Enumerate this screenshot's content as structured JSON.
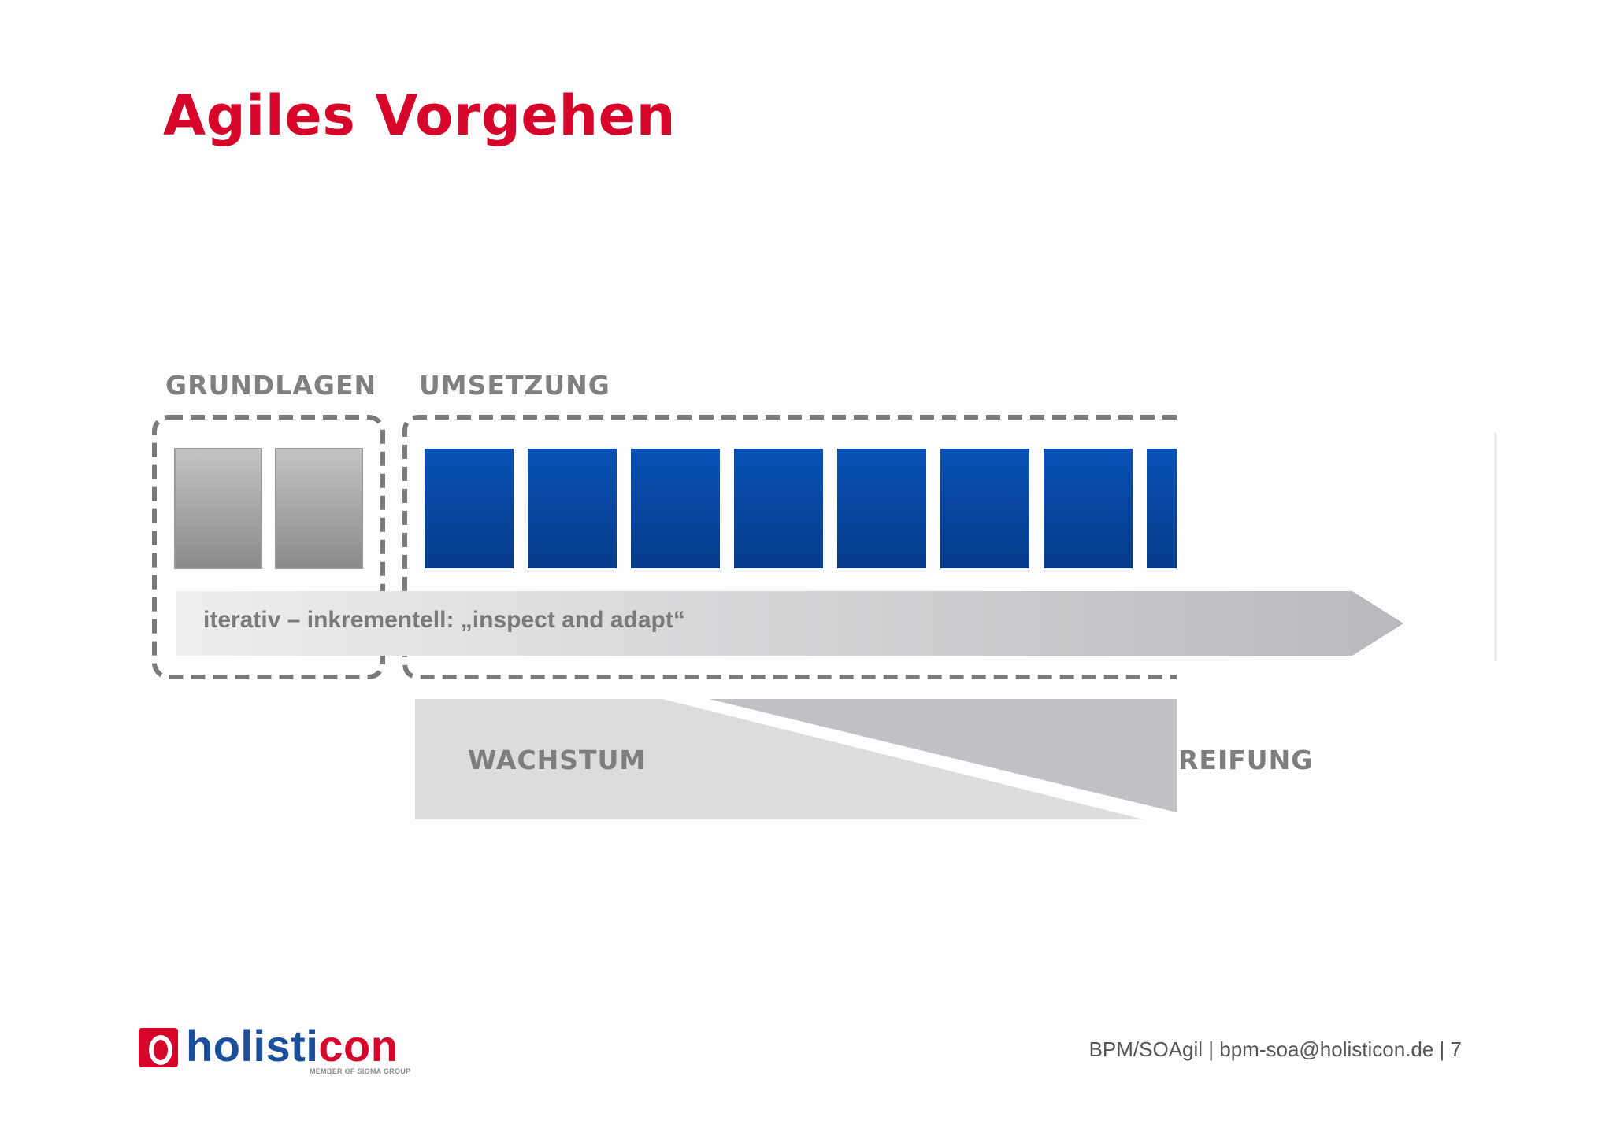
{
  "slide": {
    "title": "Agiles Vorgehen"
  },
  "sections": {
    "grundlagen": "GRUNDLAGEN",
    "umsetzung": "UMSETZUNG"
  },
  "iteration": {
    "grundlagen_blocks": 2,
    "umsetzung_blocks": 8,
    "arrow_text": "iterativ – inkrementell: „inspect and adapt“"
  },
  "phases": {
    "growth": "WACHSTUM",
    "maturity": "REIFUNG"
  },
  "logo": {
    "brand_prefix": "holisti",
    "brand_suffix": "con",
    "tagline": "MEMBER OF SIGMA GROUP"
  },
  "footer": {
    "text": "BPM/SOAgil | bpm-soa@holisticon.de | 7"
  },
  "colors": {
    "accent_red": "#d6042a",
    "brand_blue": "#1b4f9c",
    "block_blue": "#0a4fb0",
    "block_gray": "#a9a9a9"
  }
}
